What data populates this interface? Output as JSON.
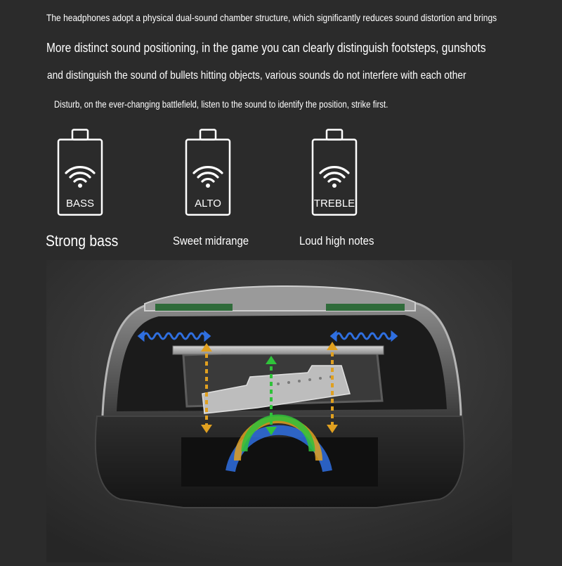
{
  "intro": {
    "line1": "The headphones adopt a physical dual-sound chamber structure, which significantly reduces sound distortion and brings",
    "line2": "More distinct sound positioning, in the game you can clearly distinguish footsteps, gunshots",
    "line3": "and distinguish the sound of bullets hitting objects, various sounds do not interfere with each other",
    "line4": "Disturb, on the ever-changing battlefield, listen to the sound to identify the position, strike first."
  },
  "features": [
    {
      "badge": "BASS",
      "caption": "Strong bass",
      "icon": "battery-wifi-icon"
    },
    {
      "badge": "ALTO",
      "caption": "Sweet midrange",
      "icon": "battery-wifi-icon"
    },
    {
      "badge": "TREBLE",
      "caption": "Loud high notes",
      "icon": "battery-wifi-icon"
    }
  ],
  "colors": {
    "background": "#2b2b2b",
    "text": "#ffffff",
    "bass_wave": "#2f6fe0",
    "mid_arrow": "#e0a020",
    "treble_arrow": "#2fc23a"
  }
}
